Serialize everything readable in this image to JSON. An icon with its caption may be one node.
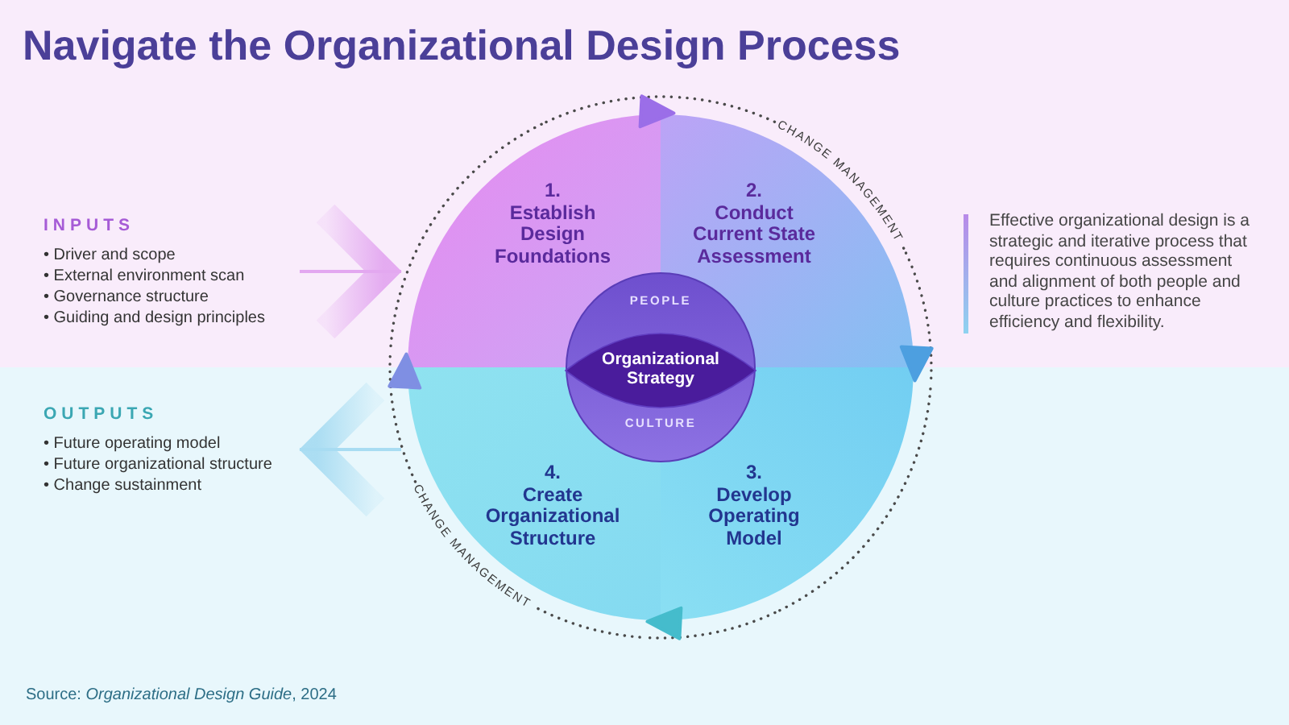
{
  "diagram": {
    "title": "Navigate the Organizational Design Process",
    "caption": "Source: *Organizational Design Guide*, 2024",
    "nodes": [
      {
        "text": [
          "INPUTS",
          "• Driver and scope",
          "• External environment scan",
          "• Governance structure",
          "• Guiding and design principles"
        ]
      },
      {
        "text": [
          "1. Establish Design Foundations"
        ]
      },
      {
        "text": [
          "2. Conduct Current State Assessment"
        ]
      },
      {
        "text": [
          "3. Develop Operating Model"
        ]
      },
      {
        "text": [
          "4. Create Organizational Structure"
        ]
      },
      {
        "text": [
          "PEOPLE",
          "CULTURE"
        ]
      },
      {
        "text": [
          "Organizational Strategy"
        ],
        "in": 5
      },
      {
        "text": [
          "OUTPUTS",
          "• Future operating model",
          "• Future organizational structure",
          "• Change sustainment"
        ]
      }
    ],
    "edges": [
      {
        "from": 0,
        "to": 1,
        "arrow": "to",
        "color": "#e3a8f0"
      },
      {
        "from": 1,
        "to": 2,
        "arrow": "to",
        "style": "dashed"
      },
      {
        "from": 2,
        "to": 3,
        "arrow": "to",
        "style": "dashed"
      },
      {
        "from": 3,
        "to": 4,
        "arrow": "to",
        "style": "dashed"
      },
      {
        "from": 4,
        "to": 1,
        "arrow": "to",
        "style": "dashed"
      },
      {
        "from": 4,
        "to": 7,
        "arrow": "to",
        "color": "#a8dcf2"
      }
    ],
    "labels": [
      "CHANGE MANAGEMENT",
      "Effective organizational design is a strategic and iterative process that requires continuous assessment and alignment of both people and culture practices to enhance efficiency and flexibility.",
      "CHANGE MANAGEMENT"
    ]
  }
}
